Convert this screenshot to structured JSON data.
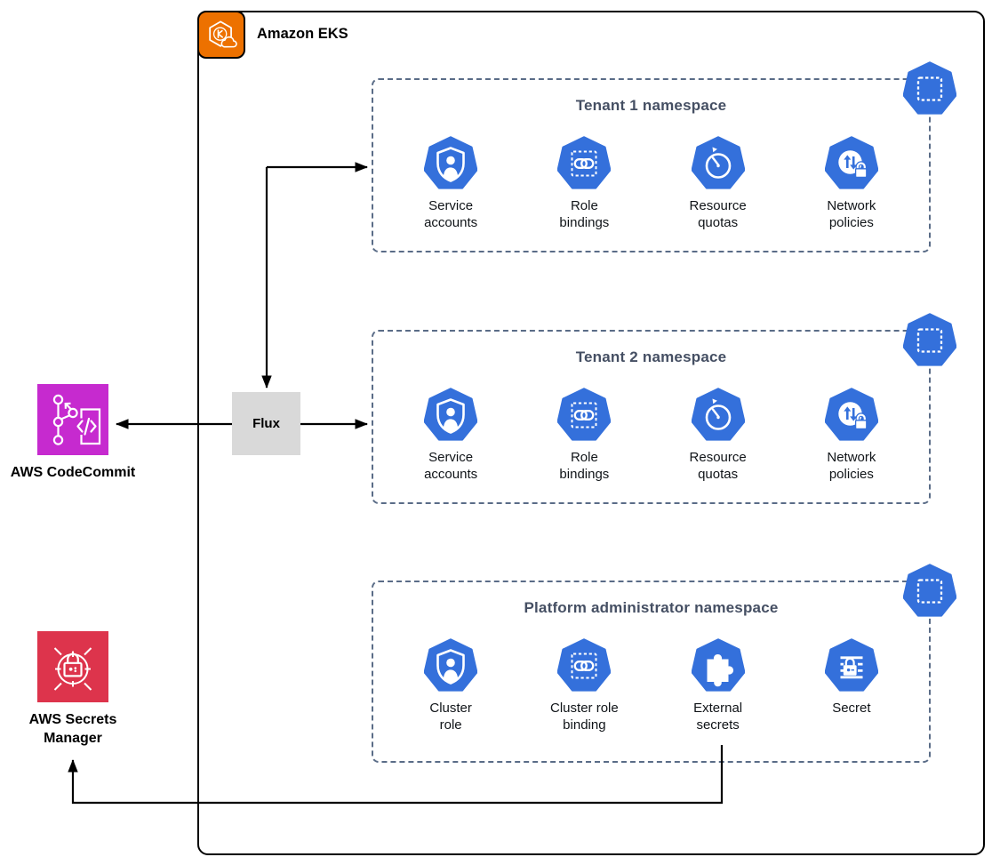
{
  "header": {
    "title": "Amazon EKS",
    "icon": "amazon-eks-icon"
  },
  "flux": {
    "label": "Flux"
  },
  "external_services": [
    {
      "label": "AWS CodeCommit",
      "icon": "aws-codecommit-icon",
      "color": "#C62ACF"
    },
    {
      "label": "AWS Secrets\nManager",
      "icon": "aws-secrets-manager-icon",
      "color": "#DD344C"
    }
  ],
  "namespaces": [
    {
      "title": "Tenant 1 namespace",
      "corner_icon": "kubernetes-namespace-icon",
      "items": [
        {
          "label": "Service\naccounts",
          "icon": "service-account-icon"
        },
        {
          "label": "Role\nbindings",
          "icon": "role-binding-icon"
        },
        {
          "label": "Resource\nquotas",
          "icon": "resource-quota-icon"
        },
        {
          "label": "Network\npolicies",
          "icon": "network-policy-icon"
        }
      ]
    },
    {
      "title": "Tenant 2 namespace",
      "corner_icon": "kubernetes-namespace-icon",
      "items": [
        {
          "label": "Service\naccounts",
          "icon": "service-account-icon"
        },
        {
          "label": "Role\nbindings",
          "icon": "role-binding-icon"
        },
        {
          "label": "Resource\nquotas",
          "icon": "resource-quota-icon"
        },
        {
          "label": "Network\npolicies",
          "icon": "network-policy-icon"
        }
      ]
    },
    {
      "title": "Platform administrator namespace",
      "corner_icon": "kubernetes-namespace-icon",
      "items": [
        {
          "label": "Cluster\nrole",
          "icon": "cluster-role-icon"
        },
        {
          "label": "Cluster role\nbinding",
          "icon": "cluster-role-binding-icon"
        },
        {
          "label": "External\nsecrets",
          "icon": "external-secrets-icon"
        },
        {
          "label": "Secret",
          "icon": "secret-icon"
        }
      ]
    }
  ],
  "connections": [
    {
      "from": "flux",
      "to": "tenant-1-namespace"
    },
    {
      "from": "flux",
      "to": "tenant-2-namespace"
    },
    {
      "from": "flux",
      "to": "aws-codecommit"
    },
    {
      "from": "external-secrets",
      "to": "aws-secrets-manager"
    }
  ],
  "colors": {
    "kubernetes_blue": "#3470DB",
    "eks_orange": "#ED7100",
    "codecommit_magenta": "#C62ACF",
    "secrets_manager_red": "#DD344C",
    "flux_gray": "#D9D9D9",
    "namespace_border": "#5A6C87",
    "namespace_title": "#454F63",
    "arrow_black": "#000000"
  }
}
